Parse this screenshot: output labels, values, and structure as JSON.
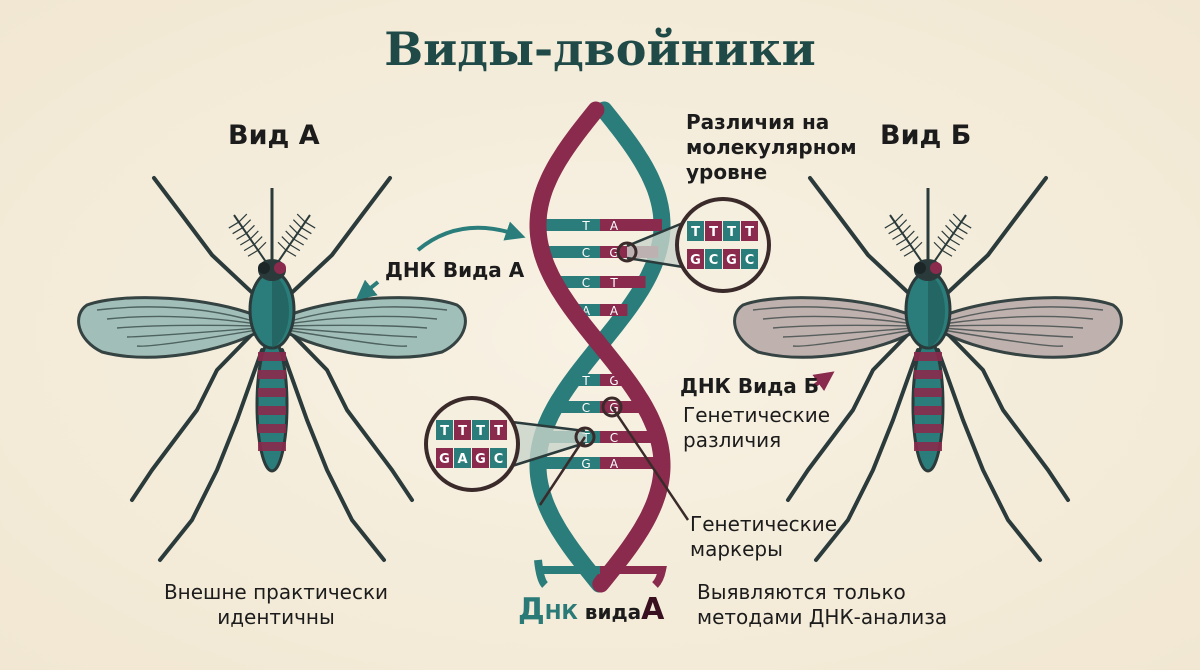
{
  "title": "Виды-двойники",
  "species_a": {
    "label": "Вид А",
    "wing_color": "#9dbdb7",
    "caption": [
      "Внешне практически",
      "идентичны"
    ]
  },
  "species_b": {
    "label": "Вид Б",
    "wing_color": "#bcaeac",
    "caption": [
      "Выявляются только",
      "методами ДНК-анализа"
    ]
  },
  "labels": {
    "molecular": [
      "Различия на",
      "молекулярном",
      "уровне"
    ],
    "dna_a": "ДНК Вида А",
    "dna_b": "ДНК Вида Б",
    "genetic_diff": [
      "Генетические",
      "различия"
    ],
    "markers": [
      "Генетические",
      "маркеры"
    ],
    "bottom_dna": {
      "word1": "Д",
      "word2": "НК",
      "word3": "вида",
      "word4": "А"
    }
  },
  "dna": {
    "upper_pairs": [
      [
        "T",
        "A"
      ],
      [
        "C",
        "G"
      ],
      [
        "C",
        "T"
      ],
      [
        "A",
        "A"
      ]
    ],
    "lower_pairs": [
      [
        "T",
        "G"
      ],
      [
        "C",
        "G"
      ],
      [
        "T",
        "C"
      ],
      [
        "G",
        "A"
      ]
    ]
  },
  "magnifier_top": {
    "top": [
      "T",
      "T",
      "T",
      "T"
    ],
    "bottom": [
      "G",
      "C",
      "G",
      "C"
    ]
  },
  "magnifier_bottom": {
    "top": [
      "T",
      "T",
      "T",
      "T"
    ],
    "bottom": [
      "G",
      "A",
      "G",
      "C"
    ]
  },
  "colors": {
    "teal": "#2a7d7a",
    "maroon": "#8a2a4c",
    "title": "#1f4a47",
    "background": "#f4ecdb",
    "outline": "#2b3a3a"
  }
}
